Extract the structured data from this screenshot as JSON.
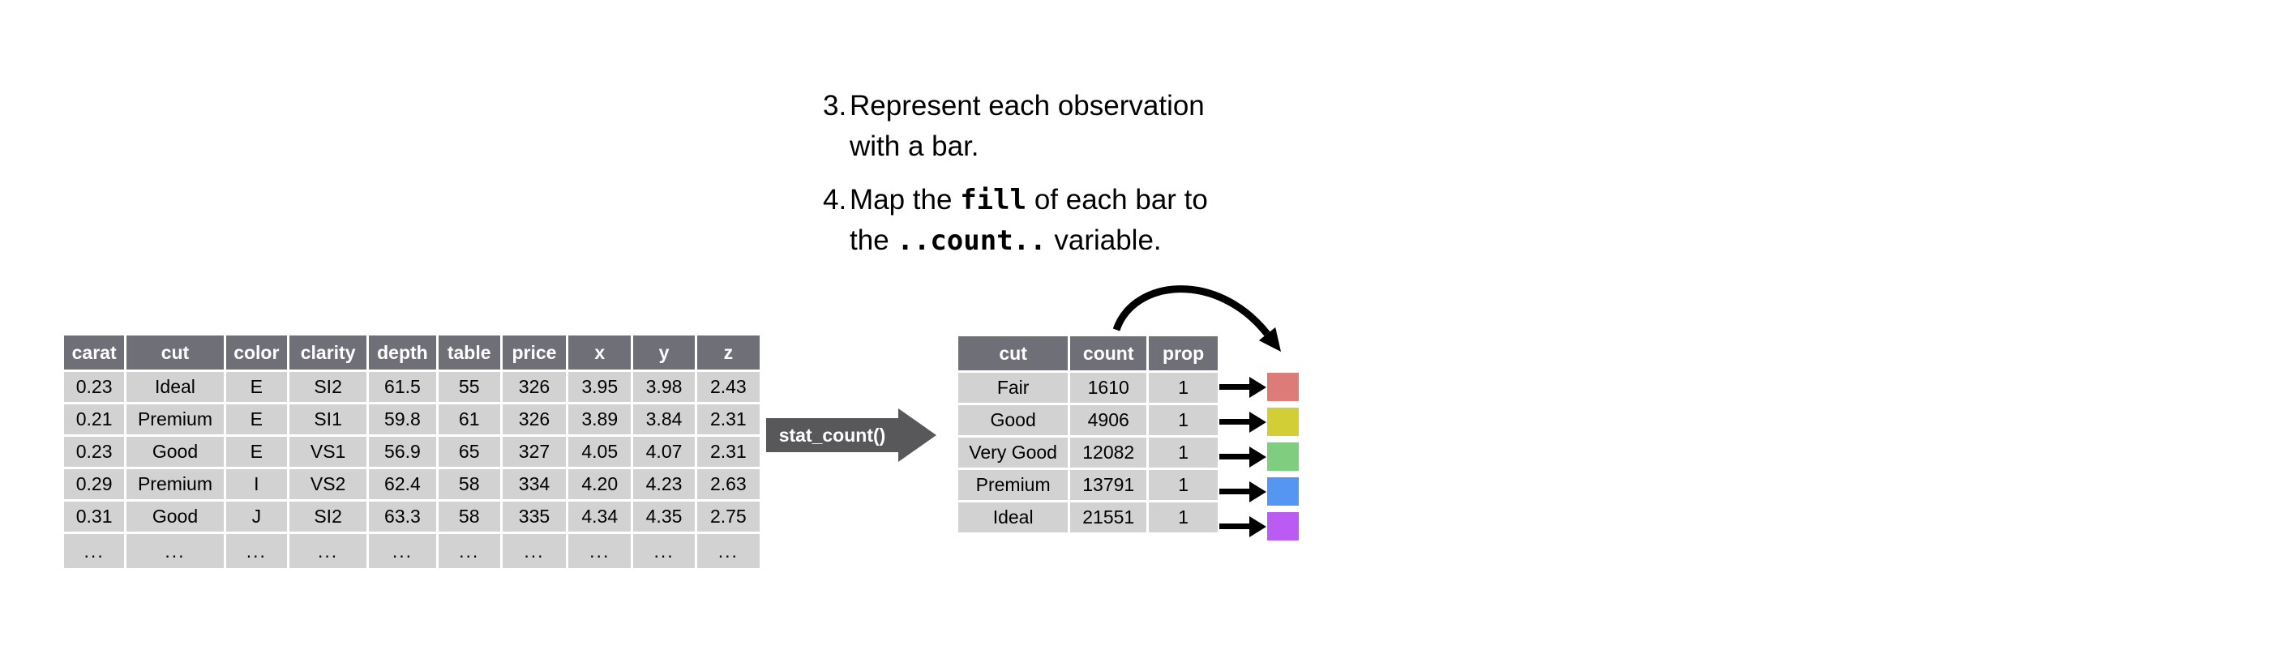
{
  "instructions": {
    "items": [
      {
        "number": "3.",
        "line1": "Represent each observation",
        "line2": "with a bar."
      },
      {
        "number": "4.",
        "line1_pre": "Map the ",
        "line1_code": "fill",
        "line1_post": " of each bar to",
        "line2_pre": "the ",
        "line2_code": "..count..",
        "line2_post": " variable."
      }
    ]
  },
  "diamonds_table": {
    "headers": [
      "carat",
      "cut",
      "color",
      "clarity",
      "depth",
      "table",
      "price",
      "x",
      "y",
      "z"
    ],
    "rows": [
      [
        "0.23",
        "Ideal",
        "E",
        "SI2",
        "61.5",
        "55",
        "326",
        "3.95",
        "3.98",
        "2.43"
      ],
      [
        "0.21",
        "Premium",
        "E",
        "SI1",
        "59.8",
        "61",
        "326",
        "3.89",
        "3.84",
        "2.31"
      ],
      [
        "0.23",
        "Good",
        "E",
        "VS1",
        "56.9",
        "65",
        "327",
        "4.05",
        "4.07",
        "2.31"
      ],
      [
        "0.29",
        "Premium",
        "I",
        "VS2",
        "62.4",
        "58",
        "334",
        "4.20",
        "4.23",
        "2.63"
      ],
      [
        "0.31",
        "Good",
        "J",
        "SI2",
        "63.3",
        "58",
        "335",
        "4.34",
        "4.35",
        "2.75"
      ],
      [
        "...",
        "...",
        "...",
        "...",
        "...",
        "...",
        "...",
        "...",
        "...",
        "..."
      ]
    ]
  },
  "transform": {
    "label": "stat_count()"
  },
  "summary_table": {
    "headers": [
      "cut",
      "count",
      "prop"
    ],
    "rows": [
      [
        "Fair",
        "1610",
        "1"
      ],
      [
        "Good",
        "4906",
        "1"
      ],
      [
        "Very Good",
        "12082",
        "1"
      ],
      [
        "Premium",
        "13791",
        "1"
      ],
      [
        "Ideal",
        "21551",
        "1"
      ]
    ]
  },
  "bars": {
    "items": [
      {
        "cut": "Fair",
        "color": "#dd7b78"
      },
      {
        "cut": "Good",
        "color": "#d2ce36"
      },
      {
        "cut": "Very Good",
        "color": "#7fce7f"
      },
      {
        "cut": "Premium",
        "color": "#5496f2"
      },
      {
        "cut": "Ideal",
        "color": "#ba5bf4"
      }
    ]
  },
  "colors": {
    "table_header_bg": "#6f6f77",
    "table_row_bg": "#d2d2d2",
    "transform_box_bg": "#58585a",
    "arrow_black": "#000000"
  }
}
